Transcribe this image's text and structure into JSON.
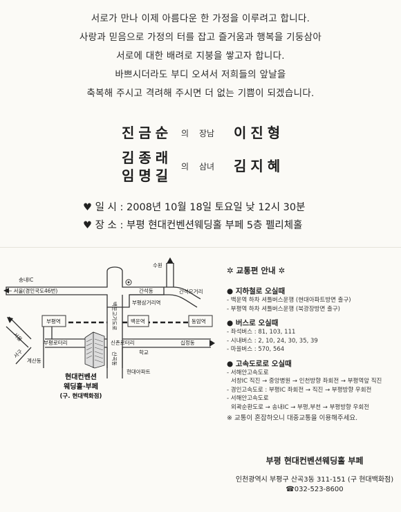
{
  "intro": [
    "서로가 만나 이제 아름다운 한 가정을 이루려고 합니다.",
    "사랑과 믿음으로 가정의 터를 잡고 즐거움과 행복을 기둥삼아",
    "서로에 대한 배려로 지붕을 쌓고자 합니다.",
    "바쁘시더라도 부디 오셔서 저희들의 앞날을",
    "축복해 주시고 격려해 주시면 더 없는 기쁨이 되겠습니다."
  ],
  "groom": {
    "parent1": "진금순",
    "relation_prefix": "의",
    "relation": "장남",
    "name": "이진형"
  },
  "bride": {
    "parent1": "김종래",
    "parent2": "임명길",
    "relation_prefix": "의",
    "relation": "삼녀",
    "name": "김지혜"
  },
  "event": {
    "date_label": "♥ 일 시 :",
    "date": "2008년 10월 18일 토요일 낮 12시 30분",
    "place_label": "♥ 장 소 :",
    "place": "부평 현대컨벤션웨딩홀 부페 5층 펠리체홀"
  },
  "map": {
    "songnae_ic": "송내IC",
    "seoul_road": "← 서울(경인국도46번)",
    "suwon": "수원",
    "gansuk": "간석동",
    "gansuk_5": "간석오거리",
    "bupyeong_3": "부평삼거리역",
    "baegun_station": "백운역",
    "dongam_station": "동암역",
    "bupyeong_station": "부평역",
    "bupyeong_rotary": "부평로터리",
    "sinchon_rotary": "신촌로터리",
    "sipjeong": "십정동",
    "gyesan": "계산동",
    "school": "학교",
    "hyundai_apt": "현대아파트",
    "baekun_road": "백운고가도로",
    "sangok": "산곡동",
    "seoul_left": "서울",
    "seogu": "서구",
    "venue1": "현대컨벤션",
    "venue2": "웨딩홀·부페",
    "venue3": "(구. 현대백화점)"
  },
  "transport": {
    "title": "교통편 안내",
    "subway_title": "지하철로 오실때",
    "subway": [
      "- 백운역 하차 셔틀버스운행 (현대아파트방면 출구)",
      "- 부평역 하차 셔틀버스운행 (북광장방면 출구)"
    ],
    "bus_title": "버스로 오실때",
    "bus": [
      "- 좌석버스 : 81, 103, 111",
      "- 시내버스 : 2, 10, 24, 30, 35, 39",
      "- 마을버스 : 570, 564"
    ],
    "highway_title": "고속도로로 오실때",
    "highway": [
      "- 서해안고속도로",
      "서창IC 직진 → 중앙병원 → 인천방향 좌회전 → 부평역앞 직진",
      "- 경인고속도로 : 부평IC 좌회전 → 직진 → 부평방향 우회전",
      "- 서해안고속도로",
      "외곽순환도로 → 송내IC → 부평,부천 → 부평방향 우회전"
    ],
    "note": "※ 교통이 혼잡하오니 대중교통을 이용해주세요."
  },
  "footer": {
    "venue": "부평 현대컨벤션웨딩홀 부페",
    "address": "인천광역시 부평구 산곡3동 311-151 (구 현대백화점)",
    "phone": "☎032-523-8600"
  }
}
